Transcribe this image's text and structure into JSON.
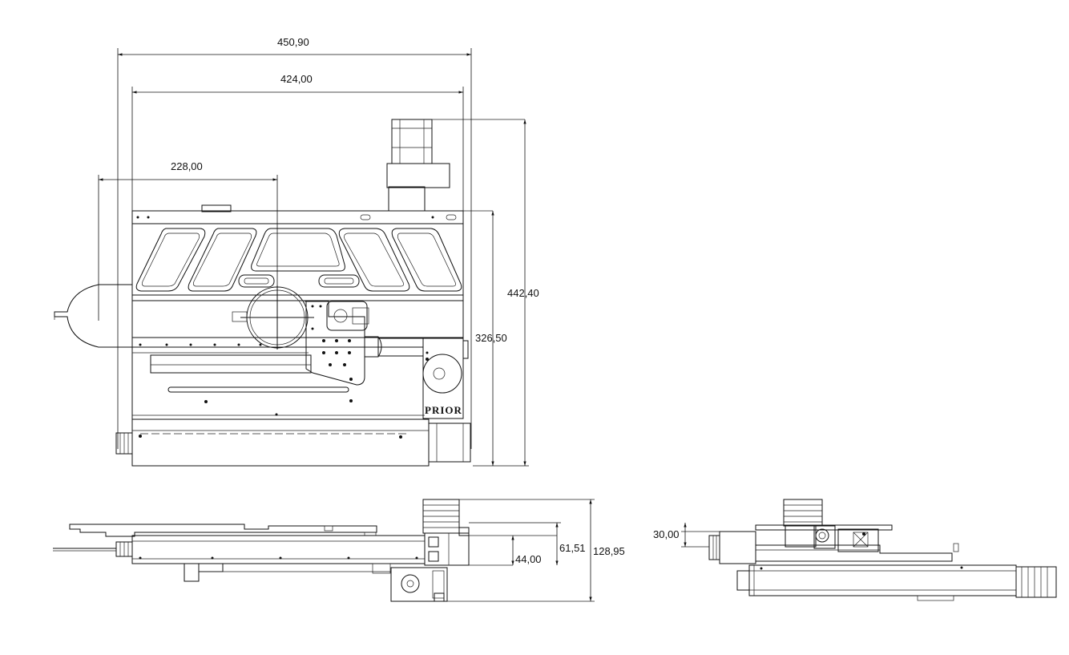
{
  "dimensions": {
    "top_width_overall": "450,90",
    "top_width_inner": "424,00",
    "top_center_offset": "228,00",
    "top_height_overall": "442,40",
    "top_height_inner": "326,50",
    "front_height_44": "44,00",
    "front_height_61": "61,51",
    "front_height_128": "128,95",
    "side_height_30": "30,00"
  },
  "labels": {
    "brand": "PRIOR"
  }
}
